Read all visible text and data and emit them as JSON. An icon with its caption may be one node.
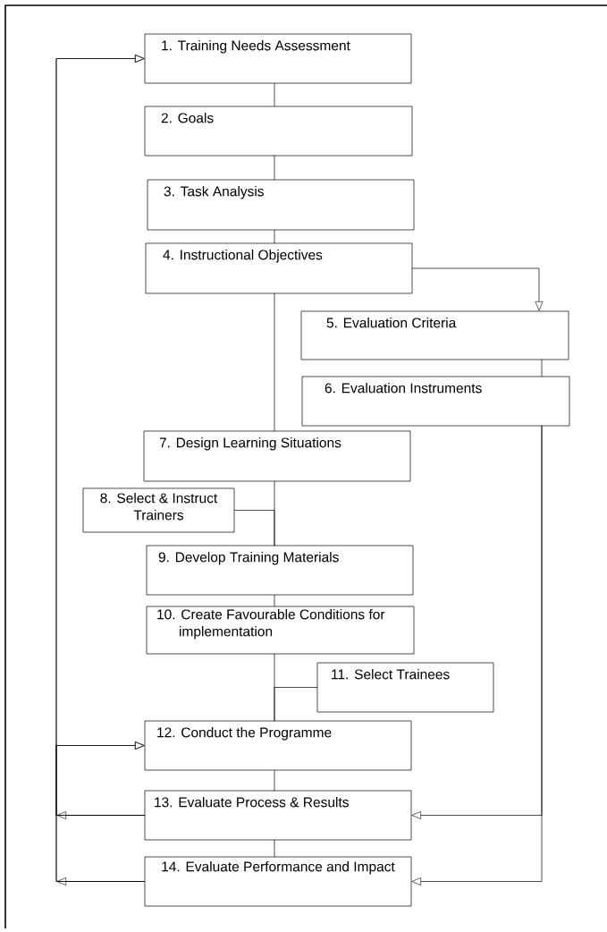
{
  "diagram": {
    "nodes": [
      {
        "text": [
          "1. Training Needs Assessment"
        ]
      },
      {
        "text": [
          "2. Goals"
        ]
      },
      {
        "text": [
          "3. Task Analysis"
        ]
      },
      {
        "text": [
          "4. Instructional Objectives"
        ]
      },
      {
        "text": [
          "5. Evaluation Criteria"
        ]
      },
      {
        "text": [
          "6. Evaluation Instruments"
        ]
      },
      {
        "text": [
          "7. Design Learning Situations"
        ]
      },
      {
        "text": [
          "8. Select & Instruct Trainers"
        ]
      },
      {
        "text": [
          "9. Develop Training Materials"
        ]
      },
      {
        "text": [
          "10. Create Favourable Conditions for implementation"
        ]
      },
      {
        "text": [
          "11. Select Trainees"
        ]
      },
      {
        "text": [
          "12. Conduct the Programme"
        ]
      },
      {
        "text": [
          "13. Evaluate Process & Results"
        ]
      },
      {
        "text": [
          "14. Evaluate Performance and Impact"
        ]
      }
    ],
    "edges": [
      {
        "from": 0,
        "to": 1,
        "arrow": "none"
      },
      {
        "from": 1,
        "to": 2,
        "arrow": "none"
      },
      {
        "from": 2,
        "to": 3,
        "arrow": "none"
      },
      {
        "from": 3,
        "to": 4,
        "arrow": "to"
      },
      {
        "from": 4,
        "to": 5,
        "arrow": "none"
      },
      {
        "from": 3,
        "to": 6,
        "arrow": "none"
      },
      {
        "from": 6,
        "to": 8,
        "arrow": "none"
      },
      {
        "from": 7,
        "to": 8,
        "arrow": "none"
      },
      {
        "from": 8,
        "to": 9,
        "arrow": "none"
      },
      {
        "from": 9,
        "to": 11,
        "arrow": "none"
      },
      {
        "from": 10,
        "to": 11,
        "arrow": "none"
      },
      {
        "from": 11,
        "to": 12,
        "arrow": "none"
      },
      {
        "from": 12,
        "to": 13,
        "arrow": "none"
      },
      {
        "from": 12,
        "to": 0,
        "arrow": "to"
      },
      {
        "from": 12,
        "to": 11,
        "arrow": "to"
      },
      {
        "from": 13,
        "to": 0,
        "arrow": "to"
      },
      {
        "from": 13,
        "to": 11,
        "arrow": "to"
      },
      {
        "from": 5,
        "to": 12,
        "arrow": "to"
      },
      {
        "from": 5,
        "to": 13,
        "arrow": "to"
      }
    ]
  }
}
